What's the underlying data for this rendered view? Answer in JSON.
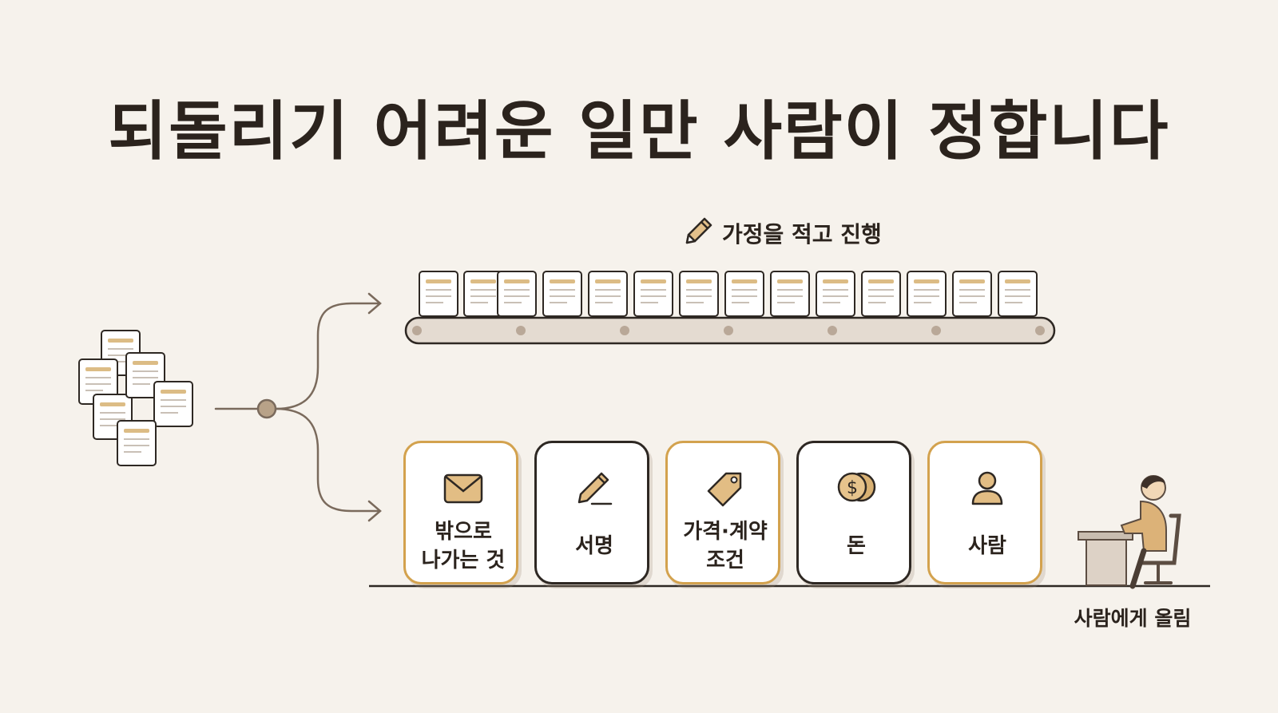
{
  "title": "되돌리기 어려운 일만 사람이 정합니다",
  "top_path": {
    "label": "가정을 적고 진행",
    "icon": "pencil-icon"
  },
  "bottom_path": {
    "cards": [
      {
        "label": "밖으로\n나가는 것",
        "icon": "envelope-icon",
        "accent": true
      },
      {
        "label": "서명",
        "icon": "signature-pen-icon",
        "accent": false
      },
      {
        "label": "가격·계약\n조건",
        "icon": "price-tag-icon",
        "accent": true
      },
      {
        "label": "돈",
        "icon": "coins-icon",
        "accent": false
      },
      {
        "label": "사람",
        "icon": "person-icon",
        "accent": true
      }
    ],
    "end_label": "사람에게 올림",
    "end_icon": "person-at-desk-icon"
  },
  "colors": {
    "background": "#f6f2ec",
    "accent_gold": "#d3a24e",
    "ink": "#2b231d",
    "belt": "#e4dbd1",
    "branch_line": "#7a6a5c"
  }
}
